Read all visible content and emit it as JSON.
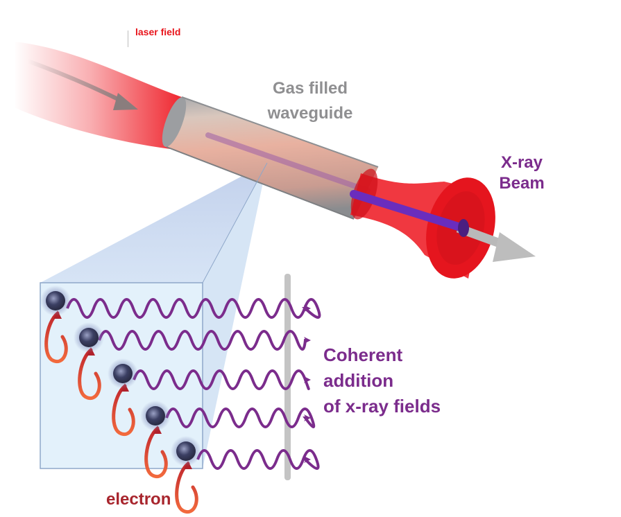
{
  "labels": {
    "laser_field": "laser field",
    "gas_filled_line1": "Gas filled",
    "gas_filled_line2": "waveguide",
    "xray_line1": "X-ray",
    "xray_line2": "Beam",
    "coherent_line1": "Coherent",
    "coherent_line2": "addition",
    "coherent_line3": "of x-ray fields",
    "electron": "electron"
  },
  "colors": {
    "laser_red": "#ee1c25",
    "xray_purple": "#7b2c8c",
    "waveguide_gray": "#a7a9ac",
    "electron_navy": "#3b3f63",
    "box_blue": "#dcecf8",
    "label_gray": "#8f8f91",
    "electron_label": "#a8252d"
  },
  "icons": [
    "input-arrow-icon",
    "output-arrow-icon",
    "electron-orbit-icon",
    "wave-arrow-icon"
  ]
}
